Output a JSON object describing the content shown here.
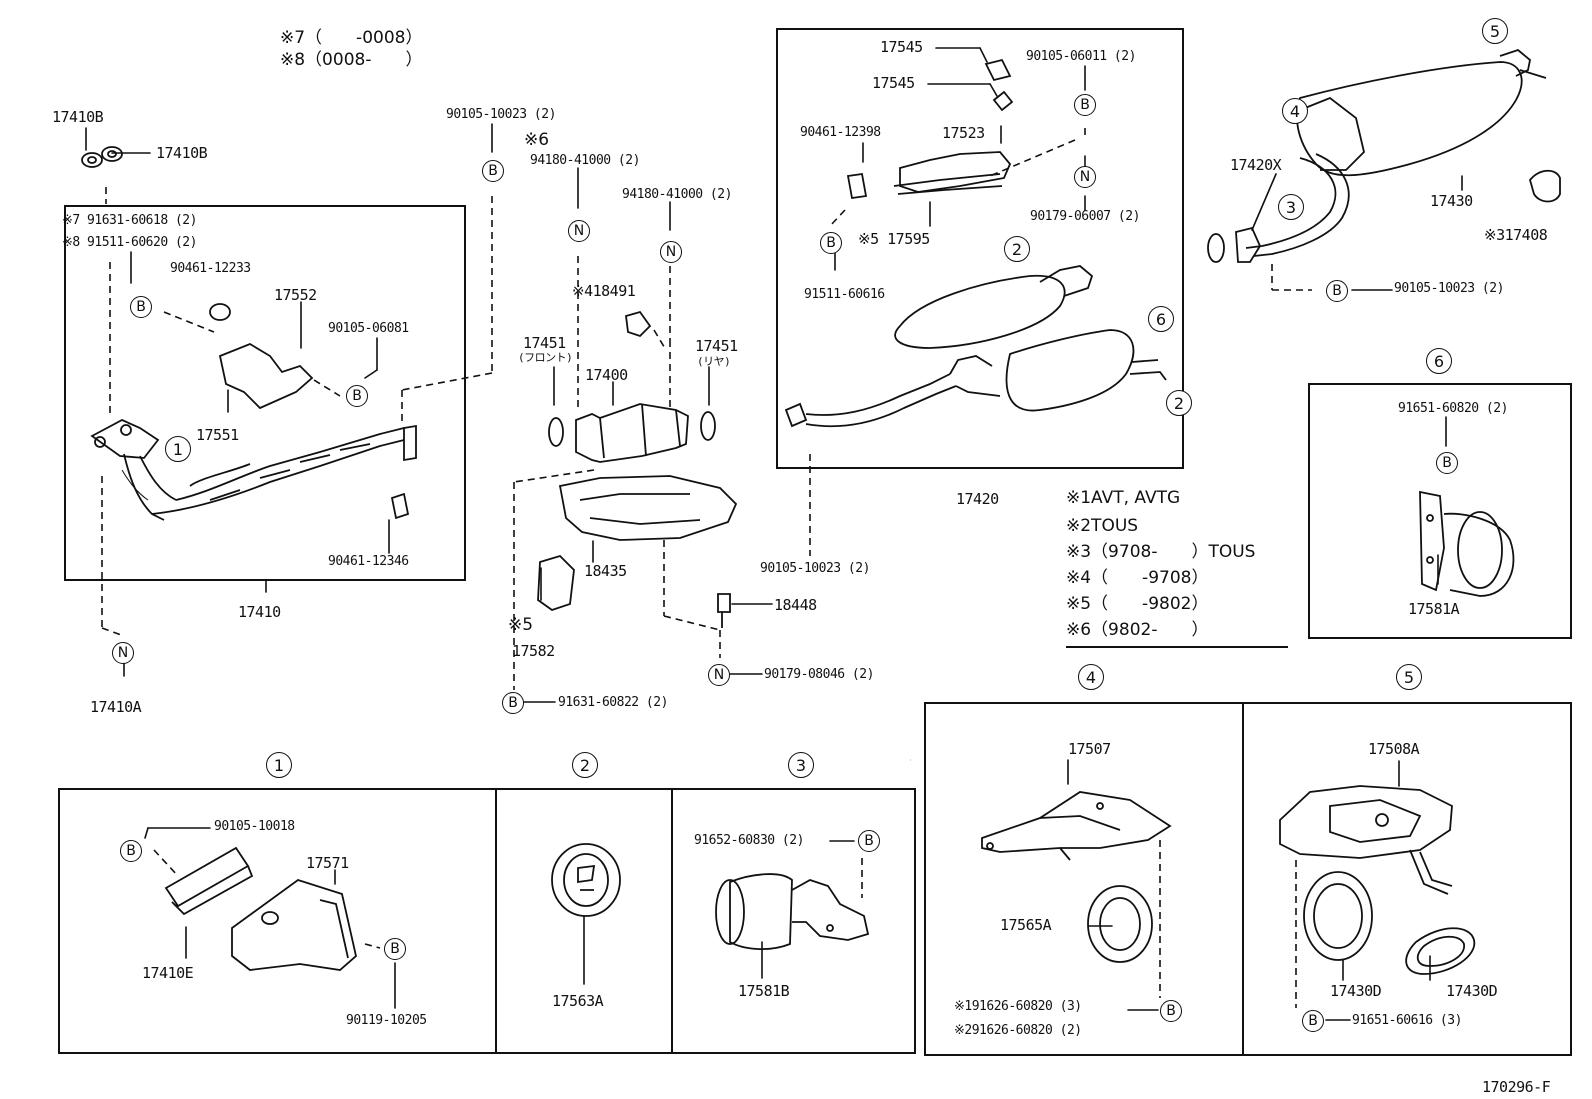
{
  "notes": {
    "n7": "※7（　　-0008）",
    "n8": "※8（0008-　　）",
    "l1": "※1AVT, AVTG",
    "l2": "※2TOUS",
    "l3": "※3（9708-　　）TOUS",
    "l4": "※4（　　-9708）",
    "l5": "※5（　　-9802）",
    "l6": "※6（9802-　　）"
  },
  "parts": {
    "p17410B_1": "17410B",
    "p17410B_2": "17410B",
    "p91631_60618": "※7 91631-60618 (2)",
    "p91511_60620": "※8 91511-60620 (2)",
    "p90461_12233": "90461-12233",
    "p17552": "17552",
    "p90105_06081": "90105-06081",
    "p17551": "17551",
    "p90461_12346": "90461-12346",
    "p17410": "17410",
    "p17410A": "17410A",
    "p90105_10023_top": "90105-10023 (2)",
    "p6": "※6",
    "p94180_a": "94180-41000 (2)",
    "p94180_b": "94180-41000 (2)",
    "p18491": "※418491",
    "p17451_f": "17451",
    "p17451_f_sub": "(フロント)",
    "p17400": "17400",
    "p17451_r": "17451",
    "p17451_r_sub": "(リヤ)",
    "p18435": "18435",
    "p5": "※5",
    "p17582": "17582",
    "p18448": "18448",
    "p90179_08046": "90179-08046 (2)",
    "p91631_60822": "91631-60822 (2)",
    "p90105_10023_mid": "90105-10023 (2)",
    "p17545_a": "17545",
    "p17545_b": "17545",
    "p90105_06011": "90105-06011 (2)",
    "p90461_12398": "90461-12398",
    "p17523": "17523",
    "p17595": "※5 17595",
    "p90179_06007": "90179-06007 (2)",
    "p91511_60616": "91511-60616",
    "p17420": "17420",
    "p17420X": "17420X",
    "p17430": "17430",
    "p17408": "※317408",
    "p90105_10023_right": "90105-10023 (2)",
    "p91651_60820": "91651-60820 (2)",
    "p17581A": "17581A",
    "d1_90105_10018": "90105-10018",
    "d1_17571": "17571",
    "d1_17410E": "17410E",
    "d1_90119_10205": "90119-10205",
    "d2_17563A": "17563A",
    "d3_91652_60830": "91652-60830 (2)",
    "d3_17581B": "17581B",
    "d4_17507": "17507",
    "d4_17565A": "17565A",
    "d4_n1": "※191626-60820 (3)",
    "d4_n2": "※291626-60820 (2)",
    "d5_17508A": "17508A",
    "d5_17430D_a": "17430D",
    "d5_17430D_b": "17430D",
    "d5_91651_60616": "91651-60616 (3)",
    "code": "170296-F"
  },
  "callouts": {
    "one": "1",
    "two": "2",
    "three": "3",
    "four": "4",
    "five": "5",
    "six": "6",
    "B": "B",
    "N": "N"
  }
}
